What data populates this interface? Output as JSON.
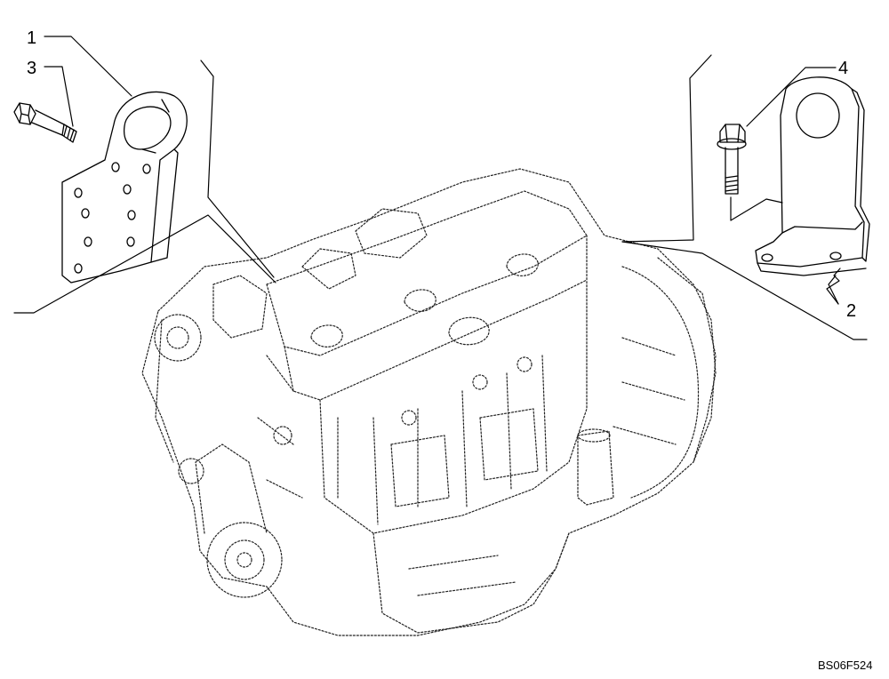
{
  "callouts": [
    {
      "id": "1",
      "text": "1"
    },
    {
      "id": "2",
      "text": "2"
    },
    {
      "id": "3",
      "text": "3"
    },
    {
      "id": "4",
      "text": "4"
    }
  ],
  "reference_code": "BS06F524"
}
